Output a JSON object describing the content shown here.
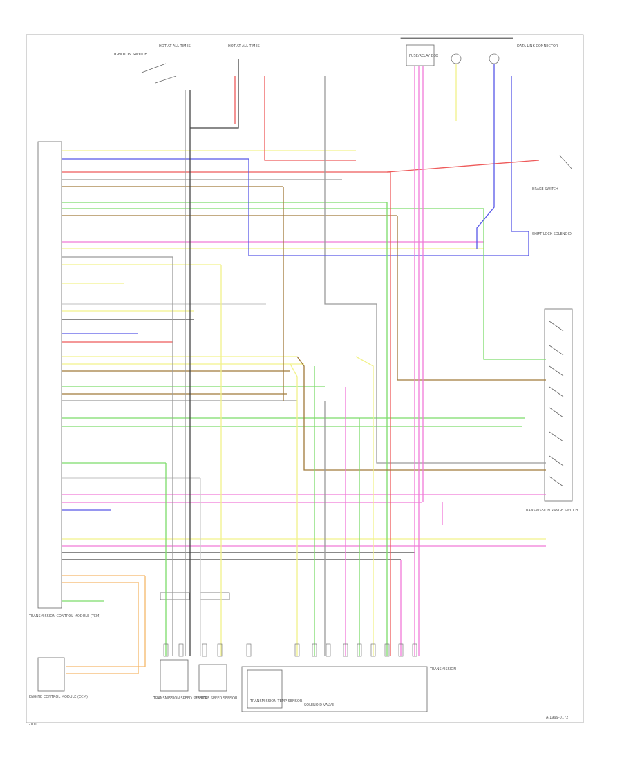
{
  "wire_colors": {
    "yellow": "#f2f28a",
    "blue": "#5858e8",
    "red": "#ee5a5a",
    "brown": "#a07a3a",
    "green": "#7cdc6a",
    "pink": "#f07ad8",
    "gray": "#9a9a9a",
    "black": "#444444",
    "orange": "#f5b86a",
    "light_gray": "#cccccc"
  },
  "texts": {
    "ignition_switch": "IGNITION SWITCH",
    "hot_run_start_1": "HOT AT ALL TIMES",
    "hot_run_start_2": "HOT AT ALL TIMES",
    "fuse_box": "FUSE/RELAY BOX",
    "data_link": "DATA LINK CONNECTOR",
    "ecm_label": "TRANSMISSION CONTROL MODULE (TCM)",
    "engine_ecm": "ENGINE CONTROL MODULE (ECM)",
    "range_switch": "TRANSMISSION RANGE SWITCH",
    "shift_lock": "SHIFT LOCK SOLENOID",
    "brake_switch": "BRAKE SWITCH",
    "sol_assy": "SOLENOID VALVE",
    "trans_temp": "TRANSMISSION TEMP SENSOR",
    "speed_sensor_1": "TRANSMISSION SPEED SENSOR",
    "speed_sensor_2": "VEHICLE SPEED SENSOR",
    "transmission": "TRANSMISSION",
    "ground": "G101",
    "code": "A-1999-0172"
  }
}
